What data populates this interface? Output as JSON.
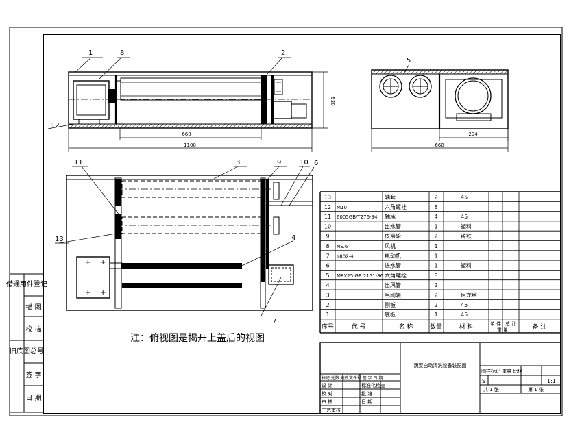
{
  "dimensions": {
    "front_width_label": "1100",
    "front_inner_label": "660",
    "front_height_label": "530",
    "side_width_label": "660",
    "side_inner_label": "294"
  },
  "callouts": {
    "c1": "1",
    "c2": "2",
    "c3": "3",
    "c4": "4",
    "c5": "5",
    "c6": "6",
    "c7": "7",
    "c8": "8",
    "c9": "9",
    "c10": "10",
    "c11": "11",
    "c12": "12",
    "c13": "13"
  },
  "note": "注：俯视图是揭开上盖后的视图",
  "left_column": [
    "借通用件登记",
    "描 图",
    "校 描",
    "旧底图总号",
    "签 字",
    "日 期"
  ],
  "bom": {
    "rows": [
      {
        "no": "13",
        "code": "",
        "name": "轴套",
        "qty": "2",
        "material": "45",
        "remark": ""
      },
      {
        "no": "12",
        "code": "M10",
        "name": "六角螺栓",
        "qty": "8",
        "material": "",
        "remark": ""
      },
      {
        "no": "11",
        "code": "6005GB/T276-94",
        "name": "轴承",
        "qty": "4",
        "material": "45",
        "remark": ""
      },
      {
        "no": "10",
        "code": "",
        "name": "出水管",
        "qty": "1",
        "material": "塑料",
        "remark": ""
      },
      {
        "no": "9",
        "code": "",
        "name": "皮带轮",
        "qty": "2",
        "material": "铸铁",
        "remark": ""
      },
      {
        "no": "8",
        "code": "NS.6",
        "name": "风机",
        "qty": "1",
        "material": "",
        "remark": ""
      },
      {
        "no": "7",
        "code": "Y802-4",
        "name": "电动机",
        "qty": "1",
        "material": "",
        "remark": ""
      },
      {
        "no": "6",
        "code": "",
        "name": "进水管",
        "qty": "1",
        "material": "塑料",
        "remark": ""
      },
      {
        "no": "5",
        "code": "M8X25 GB 2151-86",
        "name": "六角螺栓",
        "qty": "8",
        "material": "",
        "remark": ""
      },
      {
        "no": "4",
        "code": "",
        "name": "出风管",
        "qty": "2",
        "material": "",
        "remark": ""
      },
      {
        "no": "3",
        "code": "",
        "name": "毛刷辊",
        "qty": "2",
        "material": "尼龙丝",
        "remark": ""
      },
      {
        "no": "2",
        "code": "",
        "name": "侧板",
        "qty": "2",
        "material": "45",
        "remark": ""
      },
      {
        "no": "1",
        "code": "",
        "name": "底板",
        "qty": "1",
        "material": "45",
        "remark": ""
      }
    ],
    "header": {
      "no": "序号",
      "code": "代 号",
      "name": "名 称",
      "qty": "数量",
      "material": "材 料",
      "unit": "单 件",
      "total": "总 计",
      "weight": "重 量",
      "remark": "备 注"
    }
  },
  "title_block": {
    "drawing_title": "蔬菜自动清洗设备装配图",
    "rev_headers": "标记 处数 更改文件号 签 字 日 期",
    "roles": [
      "设 计",
      "校 对",
      "审 核",
      "工艺审核"
    ],
    "role_right": [
      "标准化检查",
      "批 准",
      "日 期"
    ],
    "stage_header": "图样标记 重量 比例",
    "stage_letter": "S",
    "scale": "1:1",
    "sheets": "共 1 张",
    "sheet": "第 1 张"
  }
}
